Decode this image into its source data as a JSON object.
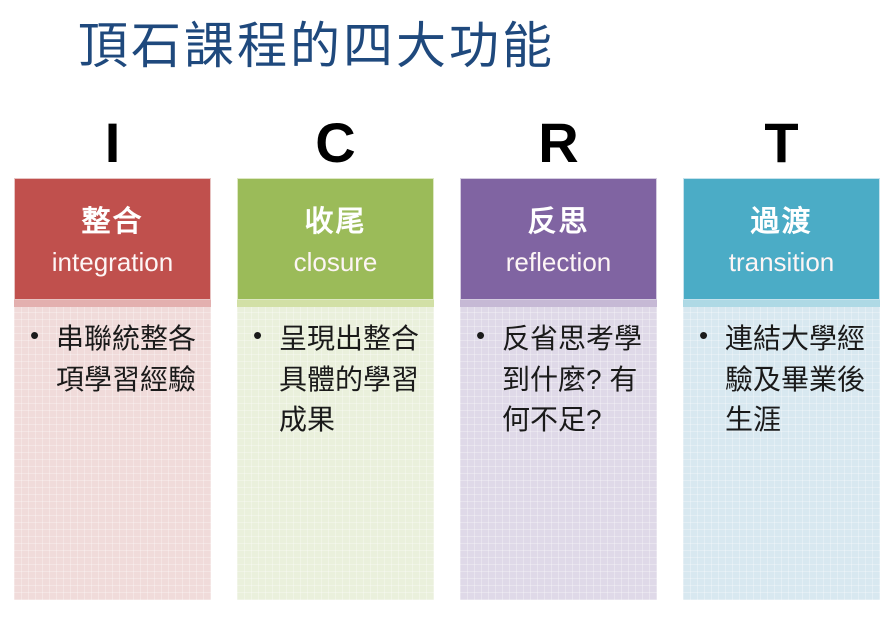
{
  "title": {
    "text": "頂石課程的四大功能",
    "color": "#1F497D"
  },
  "bullet_char": "•",
  "columns": [
    {
      "letter": "I",
      "zh": "整合",
      "en": "integration",
      "bullet": "串聯統整各項學習經驗",
      "colors": {
        "header": "#C0504D",
        "border": "#E7C3C2",
        "strip": "#E3B0AF",
        "body": "#F0DBDA"
      }
    },
    {
      "letter": "C",
      "zh": "收尾",
      "en": "closure",
      "bullet": "呈現出整合具體的學習成果",
      "colors": {
        "header": "#9BBB59",
        "border": "#DDE8C2",
        "strip": "#D2E0A6",
        "body": "#EAF0DC"
      }
    },
    {
      "letter": "R",
      "zh": "反思",
      "en": "reflection",
      "bullet": "反省思考學到什麼? 有何不足?",
      "colors": {
        "header": "#8064A2",
        "border": "#D4CCE0",
        "strip": "#C6B9D5",
        "body": "#DFD9E8"
      }
    },
    {
      "letter": "T",
      "zh": "過渡",
      "en": "transition",
      "bullet": "連結大學經驗及畢業後生涯",
      "colors": {
        "header": "#4BACC6",
        "border": "#C5E2EC",
        "strip": "#AED9E5",
        "body": "#D8E8F0"
      }
    }
  ]
}
